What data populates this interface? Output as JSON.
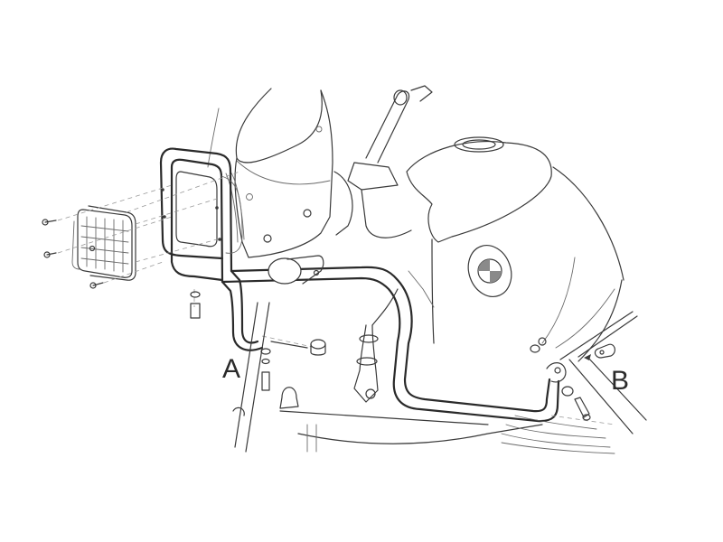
{
  "diagram": {
    "type": "exploded-view installation drawing",
    "subject": "motorcycle front crash bar / engine guard with headlight grille",
    "background_color": "#ffffff",
    "line_color": "#3a3a3a",
    "labels": {
      "a": "A",
      "b": "B"
    },
    "components": [
      "headlight-grille",
      "grille-screws",
      "crash-bar",
      "fairing",
      "fuel-tank",
      "tank-badge",
      "turn-signal",
      "spacer",
      "washers",
      "bolts",
      "clamp-bracket",
      "fork-leg",
      "frame-tube"
    ]
  }
}
